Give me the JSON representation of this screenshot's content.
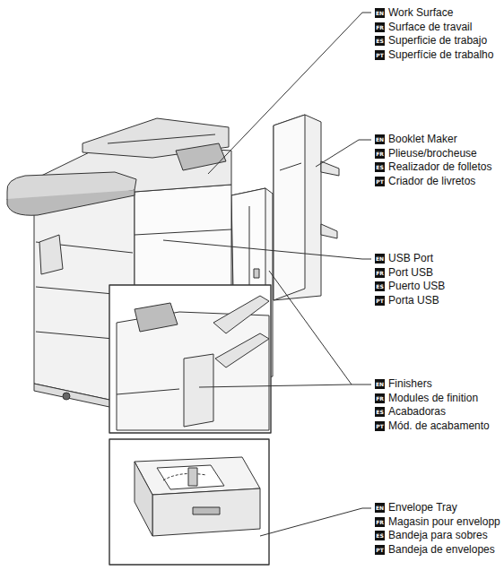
{
  "diagram": {
    "labels": [
      "EN",
      "Work Surface",
      "FR",
      "Surface de travail",
      "ES",
      "Superficie de trabajo",
      "PT",
      "Superfície de trabalho",
      "EN",
      "Booklet Maker",
      "FR",
      "Plieuse/brocheuse",
      "ES",
      "Realizador de folletos",
      "PT",
      "Criador de livretos",
      "EN",
      "USB Port",
      "FR",
      "Port USB",
      "ES",
      "Puerto USB",
      "PT",
      "Porta USB",
      "EN",
      "Finishers",
      "FR",
      "Modules de finition",
      "ES",
      "Acabadoras",
      "PT",
      "Mód. de acabamento",
      "EN",
      "Envelope Tray",
      "FR",
      "Magasin pour envelopp",
      "ES",
      "Bandeja para sobres",
      "PT",
      "Bandeja de envelopes"
    ]
  }
}
